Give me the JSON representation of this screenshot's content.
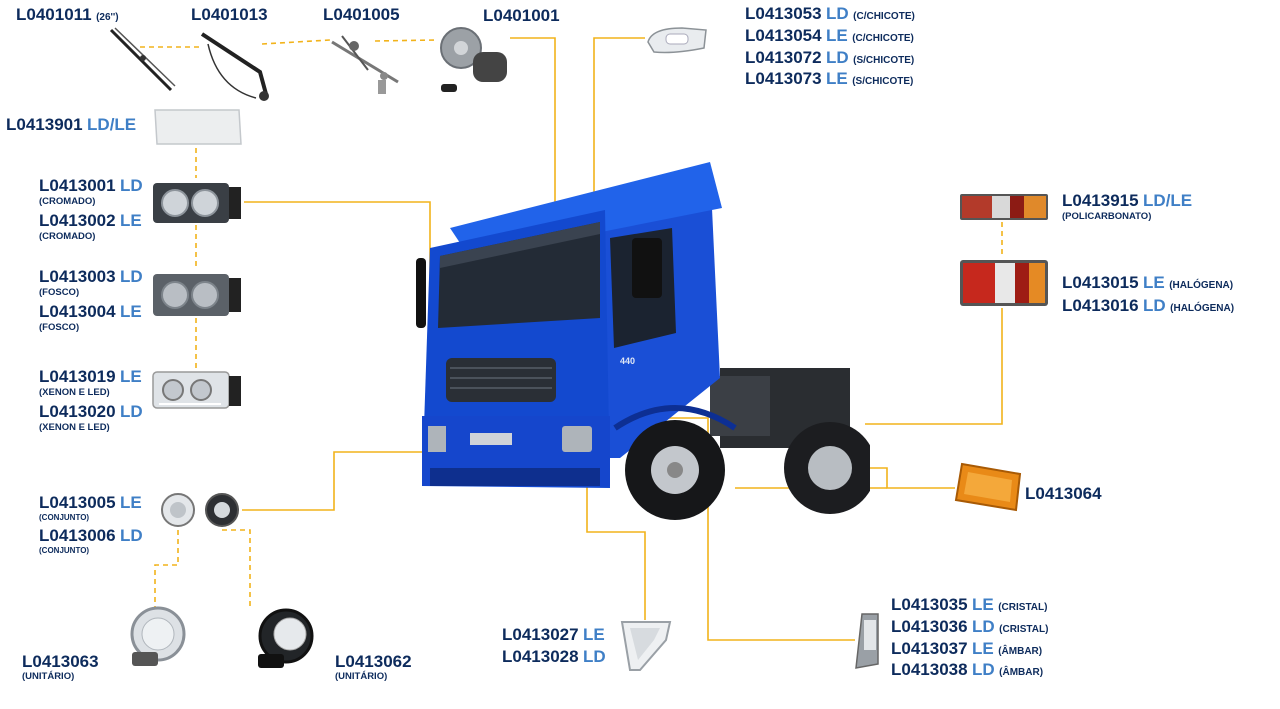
{
  "colors": {
    "code": "#0d2b5c",
    "side": "#3f7fc6",
    "leader": "#f2b31b",
    "truck": "#1452d8"
  },
  "labels": {
    "wiper_blade": {
      "code": "L0401011",
      "note": "(26'')"
    },
    "wiper_arm": {
      "code": "L0401013"
    },
    "wiper_link": {
      "code": "L0401005"
    },
    "wiper_motor": {
      "code": "L0401001"
    },
    "roof_lamp": [
      {
        "code": "L0413053",
        "side": "LD",
        "note": "(C/CHICOTE)"
      },
      {
        "code": "L0413054",
        "side": "LE",
        "note": "(C/CHICOTE)"
      },
      {
        "code": "L0413072",
        "side": "LD",
        "note": "(S/CHICOTE)"
      },
      {
        "code": "L0413073",
        "side": "LE",
        "note": "(S/CHICOTE)"
      }
    ],
    "headlamp_lens": {
      "code": "L0413901",
      "side": "LD/LE"
    },
    "headlamp_chrome": [
      {
        "code": "L0413001",
        "side": "LD",
        "note": "(CROMADO)"
      },
      {
        "code": "L0413002",
        "side": "LE",
        "note": "(CROMADO)"
      }
    ],
    "headlamp_matte": [
      {
        "code": "L0413003",
        "side": "LD",
        "note": "(FOSCO)"
      },
      {
        "code": "L0413004",
        "side": "LE",
        "note": "(FOSCO)"
      }
    ],
    "headlamp_xenon": [
      {
        "code": "L0413019",
        "side": "LE",
        "note": "(XENON E LED)"
      },
      {
        "code": "L0413020",
        "side": "LD",
        "note": "(XENON E LED)"
      }
    ],
    "fog_set": [
      {
        "code": "L0413005",
        "side": "LE",
        "note": "(CONJUNTO)"
      },
      {
        "code": "L0413006",
        "side": "LD",
        "note": "(CONJUNTO)"
      }
    ],
    "fog_single_a": {
      "code": "L0413063",
      "note": "(UNITÁRIO)"
    },
    "fog_single_b": {
      "code": "L0413062",
      "note": "(UNITÁRIO)"
    },
    "tail_poly": {
      "code": "L0413915",
      "side": "LD/LE",
      "note": "(POLICARBONATO)"
    },
    "tail_halogen": [
      {
        "code": "L0413015",
        "side": "LE",
        "note": "(HALÓGENA)"
      },
      {
        "code": "L0413016",
        "side": "LD",
        "note": "(HALÓGENA)"
      }
    ],
    "side_marker": {
      "code": "L0413064"
    },
    "corner_lamp": [
      {
        "code": "L0413027",
        "side": "LE"
      },
      {
        "code": "L0413028",
        "side": "LD"
      }
    ],
    "side_repeater": [
      {
        "code": "L0413035",
        "side": "LE",
        "note": "(CRISTAL)"
      },
      {
        "code": "L0413036",
        "side": "LD",
        "note": "(CRISTAL)"
      },
      {
        "code": "L0413037",
        "side": "LE",
        "note": "(ÂMBAR)"
      },
      {
        "code": "L0413038",
        "side": "LD",
        "note": "(ÂMBAR)"
      }
    ],
    "truck_badge": "440"
  }
}
